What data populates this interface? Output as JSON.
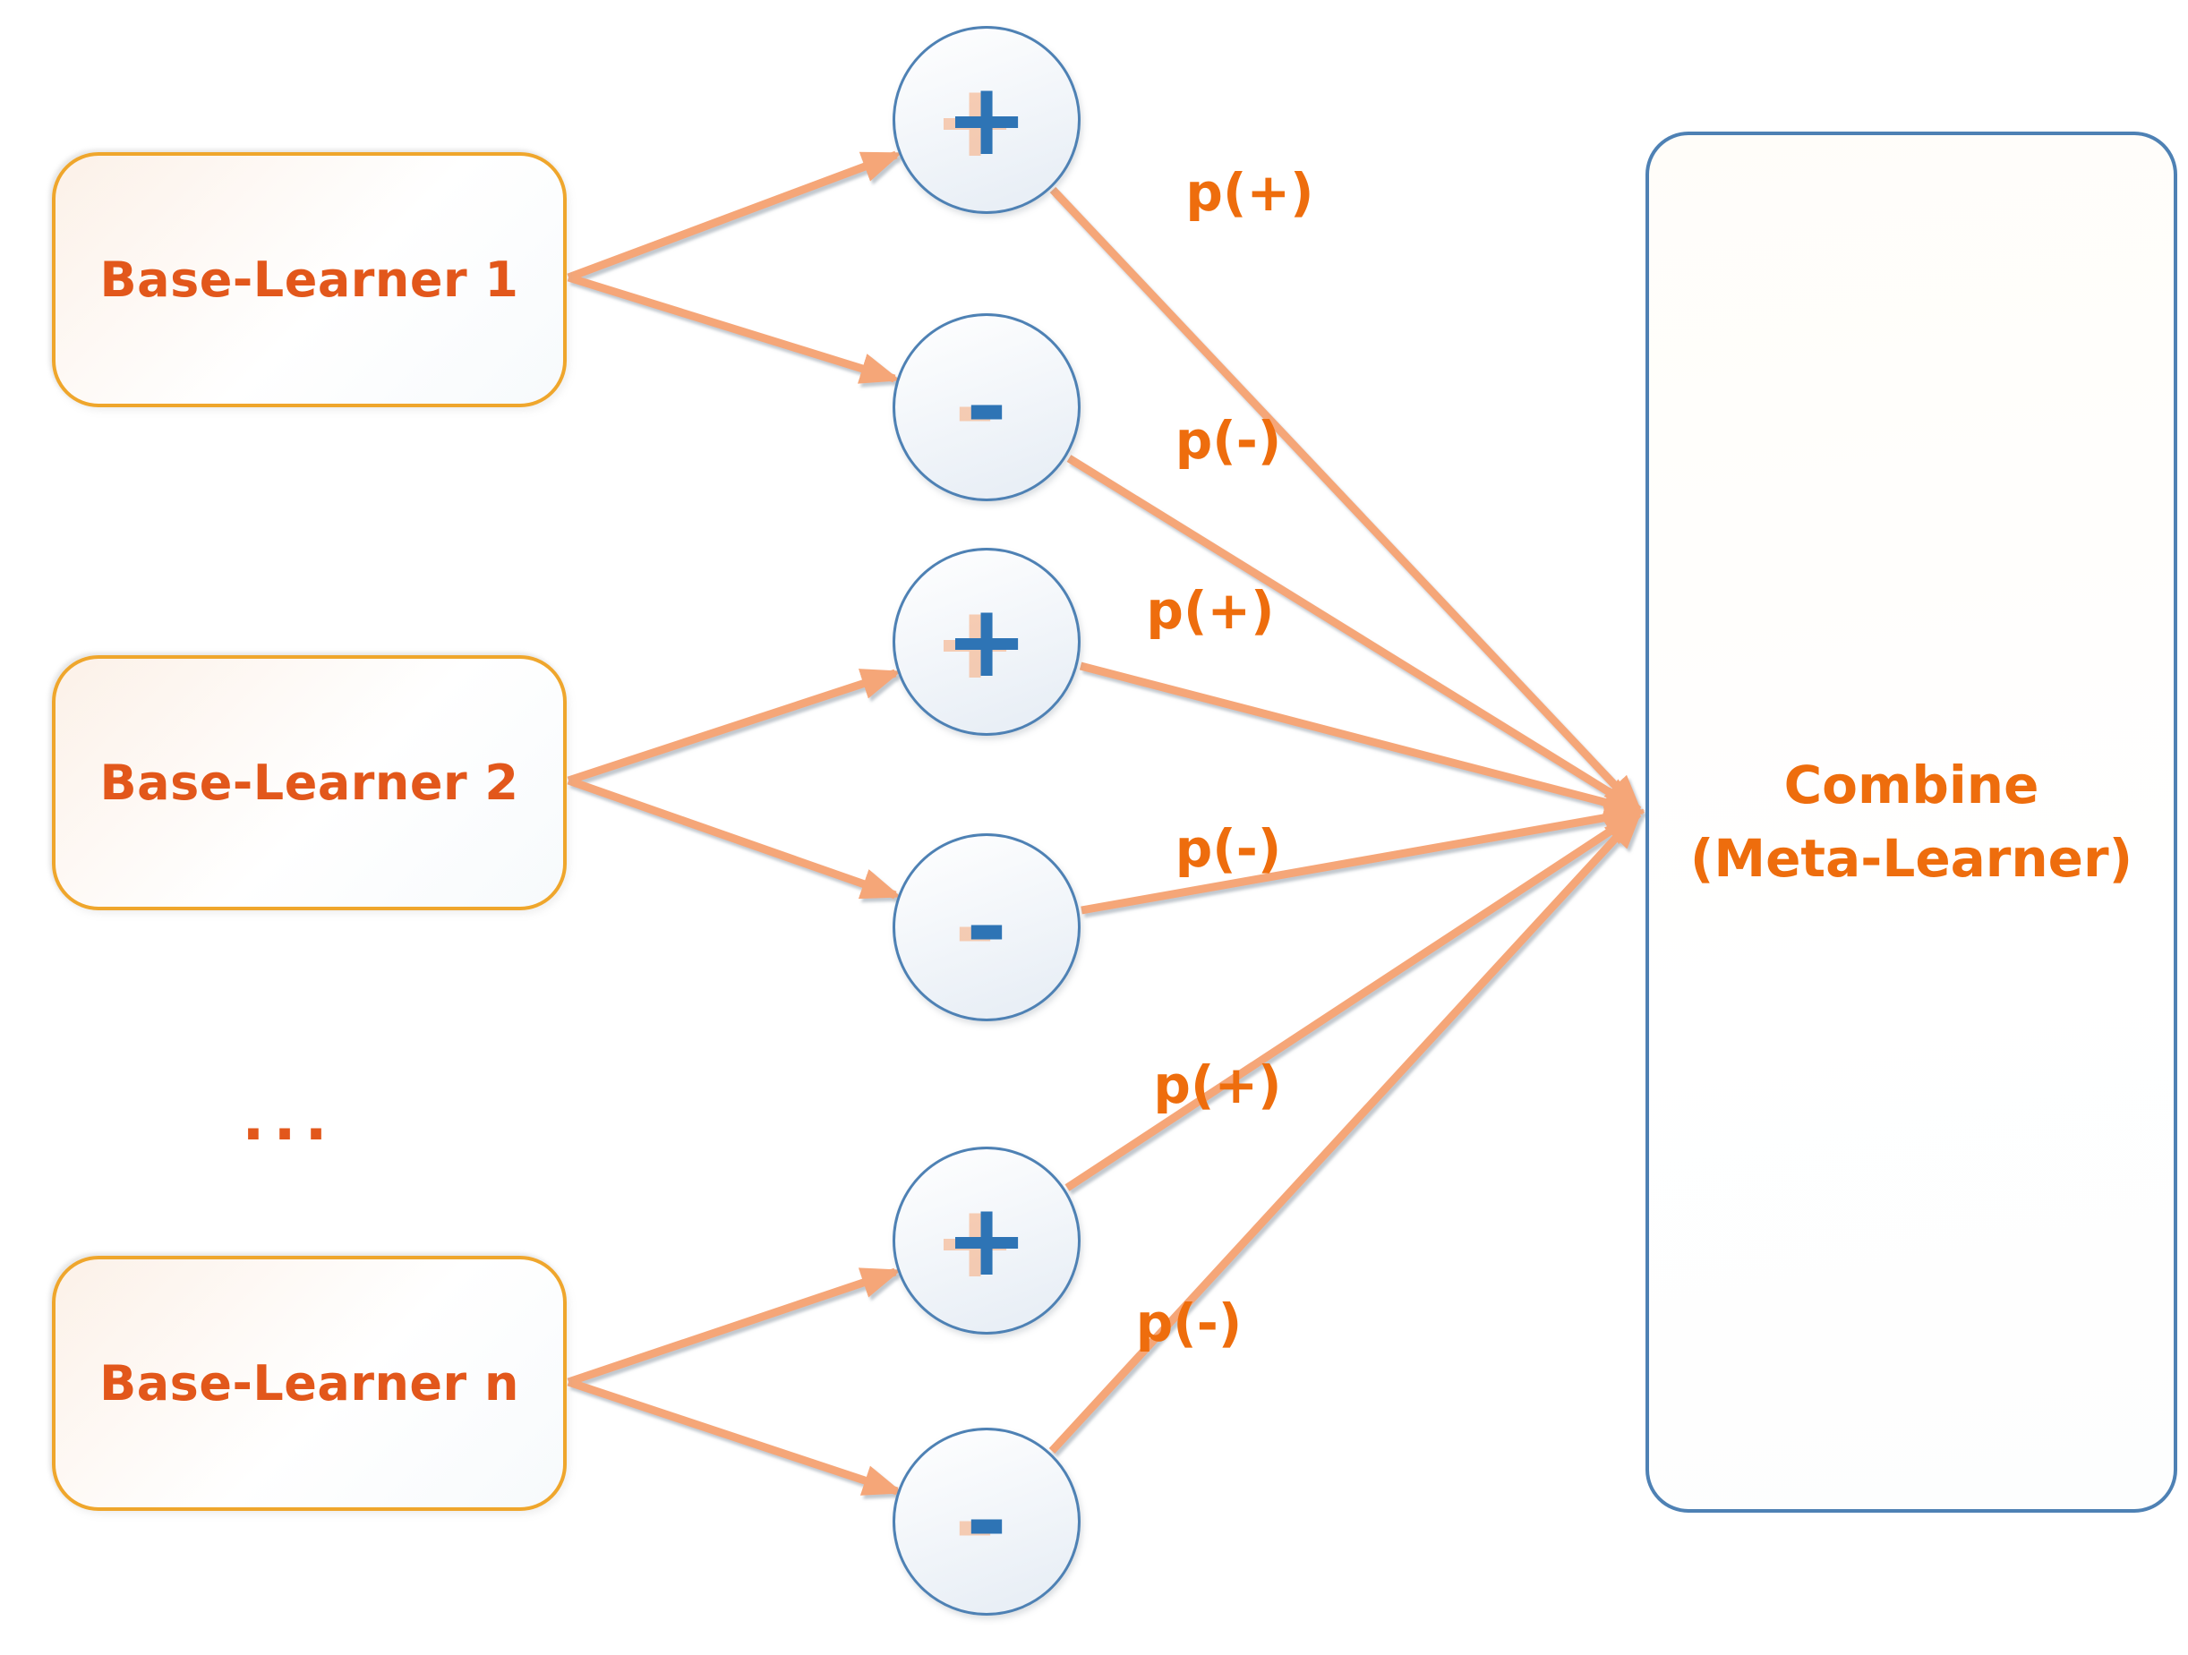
{
  "diagram": {
    "base_learners": [
      {
        "label": "Base-Learner 1"
      },
      {
        "label": "Base-Learner 2"
      },
      {
        "label": "Base-Learner n"
      }
    ],
    "ellipsis": "...",
    "sign_nodes": [
      {
        "sign": "+"
      },
      {
        "sign": "-"
      },
      {
        "sign": "+"
      },
      {
        "sign": "-"
      },
      {
        "sign": "+"
      },
      {
        "sign": "-"
      }
    ],
    "edge_labels": [
      {
        "text": "p(+)"
      },
      {
        "text": "p(-)"
      },
      {
        "text": "p(+)"
      },
      {
        "text": "p(-)"
      },
      {
        "text": "p(+)"
      },
      {
        "text": "p(-)"
      }
    ],
    "combiner": {
      "line1": "Combine",
      "line2": "(Meta-Learner)"
    }
  },
  "theme": {
    "gold_border": "#EFA62C",
    "box_text_orange": "#E2571B",
    "label_orange": "#EE6D0D",
    "node_blue_border": "#4E81B4",
    "sign_blue": "#2E74B5",
    "arrow_salmon": "#F5A678",
    "combiner_border_blue": "#4E81B4",
    "circle_fill_tint": "#E9EFF6",
    "box_fill_tint": "#FCF1E8"
  }
}
